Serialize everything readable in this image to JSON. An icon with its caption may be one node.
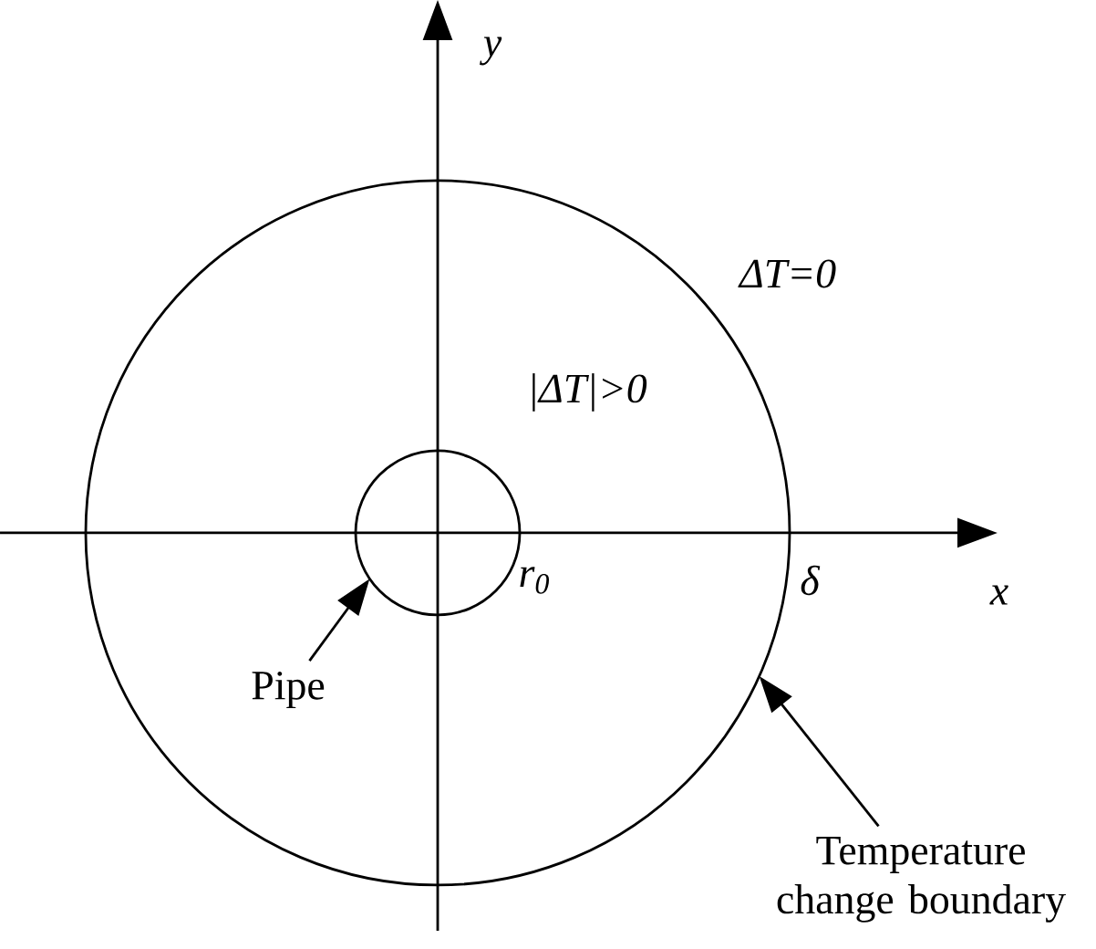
{
  "diagram": {
    "nodes": [
      {
        "text": [],
        "shape": "circle"
      },
      {
        "text": [],
        "shape": "circle",
        "in": 0
      },
      {
        "text": [
          "Pipe"
        ],
        "in": 0
      },
      {
        "text": [
          "Temperature change boundary"
        ]
      }
    ],
    "edges": [
      {
        "from": 2,
        "to": 1,
        "arrow": "to"
      },
      {
        "from": 3,
        "to": 0,
        "arrow": "to"
      }
    ],
    "labels": [
      "y",
      "ΔT=0",
      "|ΔT|>0",
      "*r*$_{0}$",
      "δ",
      "x"
    ]
  }
}
